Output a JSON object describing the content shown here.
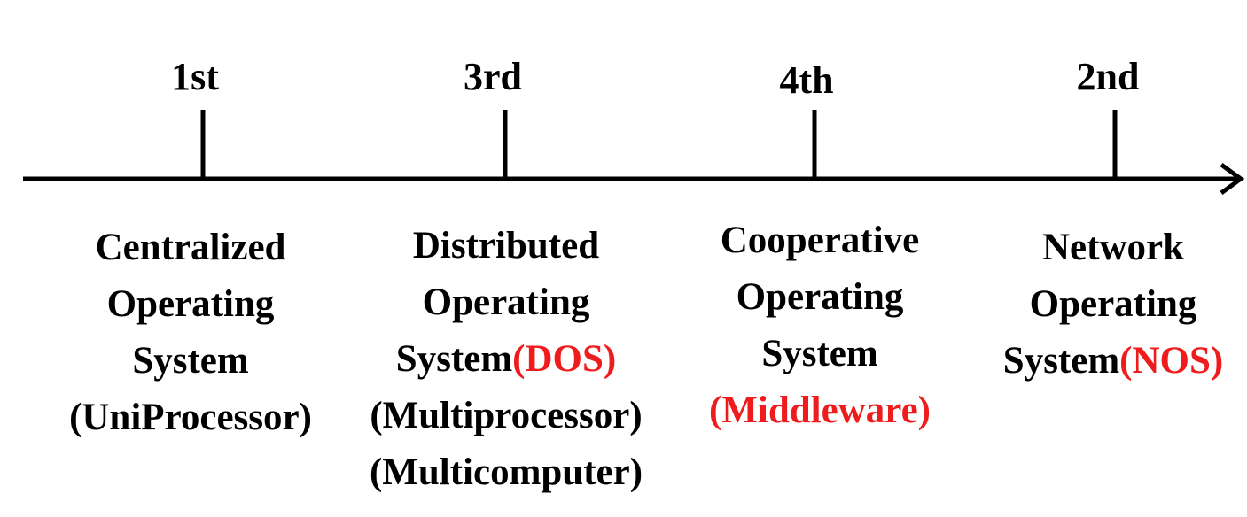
{
  "accent_color": "#ee1c1c",
  "stages": [
    {
      "ordinal": "1st",
      "lines": [
        {
          "text": "Centralized"
        },
        {
          "text": "Operating"
        },
        {
          "text": "System"
        },
        {
          "text": "(UniProcessor)"
        }
      ]
    },
    {
      "ordinal": "3rd",
      "lines": [
        {
          "text": "Distributed"
        },
        {
          "text": "Operating"
        },
        {
          "text": "System",
          "highlight": "(DOS)"
        },
        {
          "text": "(Multiprocessor)"
        },
        {
          "text": "(Multicomputer)"
        }
      ]
    },
    {
      "ordinal": "4th",
      "lines": [
        {
          "text": "Cooperative"
        },
        {
          "text": "Operating"
        },
        {
          "text": "System"
        },
        {
          "highlight": "(Middleware)"
        }
      ]
    },
    {
      "ordinal": "2nd",
      "lines": [
        {
          "text": "Network"
        },
        {
          "text": "Operating"
        },
        {
          "text": "System",
          "highlight": "(NOS)"
        }
      ]
    }
  ]
}
